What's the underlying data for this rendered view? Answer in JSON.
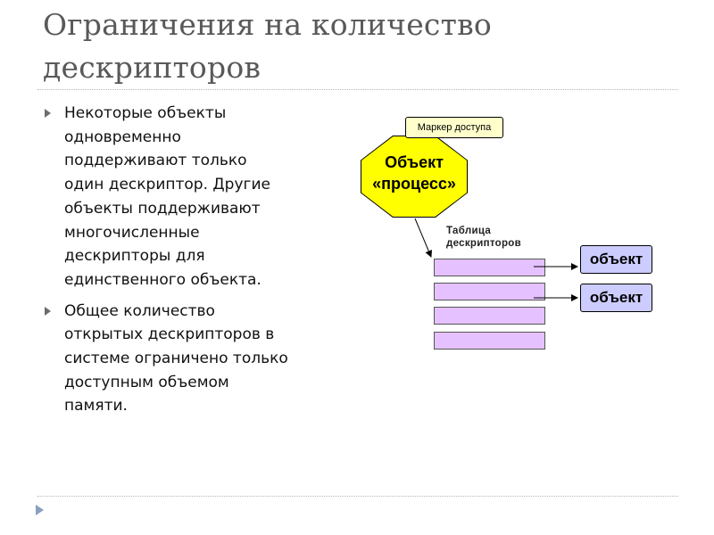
{
  "slide": {
    "title_line1": "Ограничения на количество",
    "title_line2": "дескрипторов",
    "bullets": [
      {
        "lines": [
          "Некоторые объекты",
          "одновременно",
          "поддерживают только",
          "один дескриптор. Другие",
          "объекты поддерживают",
          "многочисленные",
          "дескрипторы для",
          "единственного объекта."
        ]
      },
      {
        "lines": [
          "Общее количество",
          "открытых дескрипторов в",
          "системе ограничено только",
          "доступным объемом",
          "памяти."
        ]
      }
    ]
  },
  "diagram": {
    "access_marker": "Маркер доступа",
    "process_line1": "Объект",
    "process_line2": "«процесс»",
    "table_label_line1": "Таблица",
    "table_label_line2": "дескрипторов",
    "objects": [
      "объект",
      "объект"
    ],
    "colors": {
      "process_fill": "#ffff00",
      "marker_fill": "#ffffcc",
      "table_cell_fill": "#e5c1ff",
      "object_fill": "#ccccff"
    }
  }
}
